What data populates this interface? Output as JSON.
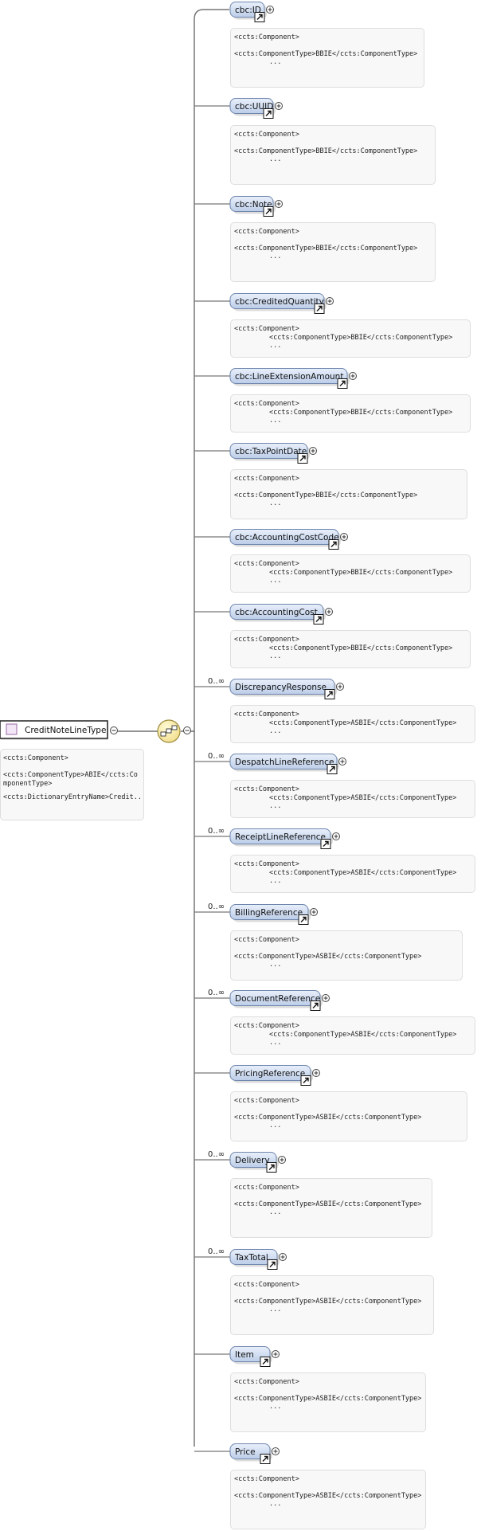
{
  "root": {
    "label": "CreditNoteLineType",
    "annotation": {
      "line1": "<ccts:Component>",
      "line2": "<ccts:ComponentType>ABIE</ccts:ComponentType>",
      "line3": "<ccts:DictionaryEntryName>Credit..."
    }
  },
  "elements": [
    {
      "label": "cbc:ID",
      "occurs": "",
      "ann1": "<ccts:Component>",
      "ann2": "<ccts:ComponentType>BBIE</ccts:ComponentType>",
      "more": "..."
    },
    {
      "label": "cbc:UUID",
      "occurs": "",
      "ann1": "<ccts:Component>",
      "ann2": "<ccts:ComponentType>BBIE</ccts:ComponentType>",
      "more": "..."
    },
    {
      "label": "cbc:Note",
      "occurs": "",
      "ann1": "<ccts:Component>",
      "ann2": "<ccts:ComponentType>BBIE</ccts:ComponentType>",
      "more": "..."
    },
    {
      "label": "cbc:CreditedQuantity",
      "occurs": "",
      "ann1": "<ccts:Component>",
      "ann2": "<ccts:ComponentType>BBIE</ccts:ComponentType>",
      "more": "..."
    },
    {
      "label": "cbc:LineExtensionAmount",
      "occurs": "",
      "ann1": "<ccts:Component>",
      "ann2": "<ccts:ComponentType>BBIE</ccts:ComponentType>",
      "more": "..."
    },
    {
      "label": "cbc:TaxPointDate",
      "occurs": "",
      "ann1": "<ccts:Component>",
      "ann2": "<ccts:ComponentType>BBIE</ccts:ComponentType>",
      "more": "..."
    },
    {
      "label": "cbc:AccountingCostCode",
      "occurs": "",
      "ann1": "<ccts:Component>",
      "ann2": "<ccts:ComponentType>BBIE</ccts:ComponentType>",
      "more": "..."
    },
    {
      "label": "cbc:AccountingCost",
      "occurs": "",
      "ann1": "<ccts:Component>",
      "ann2": "<ccts:ComponentType>BBIE</ccts:ComponentType>",
      "more": "..."
    },
    {
      "label": "DiscrepancyResponse",
      "occurs": "0..∞",
      "ann1": "<ccts:Component>",
      "ann2": "<ccts:ComponentType>ASBIE</ccts:ComponentType>",
      "more": "..."
    },
    {
      "label": "DespatchLineReference",
      "occurs": "0..∞",
      "ann1": "<ccts:Component>",
      "ann2": "<ccts:ComponentType>ASBIE</ccts:ComponentType>",
      "more": "..."
    },
    {
      "label": "ReceiptLineReference",
      "occurs": "0..∞",
      "ann1": "<ccts:Component>",
      "ann2": "<ccts:ComponentType>ASBIE</ccts:ComponentType>",
      "more": "..."
    },
    {
      "label": "BillingReference",
      "occurs": "0..∞",
      "ann1": "<ccts:Component>",
      "ann2": "<ccts:ComponentType>ASBIE</ccts:ComponentType>",
      "more": "..."
    },
    {
      "label": "DocumentReference",
      "occurs": "0..∞",
      "ann1": "<ccts:Component>",
      "ann2": "<ccts:ComponentType>ASBIE</ccts:ComponentType>",
      "more": "..."
    },
    {
      "label": "PricingReference",
      "occurs": "",
      "ann1": "<ccts:Component>",
      "ann2": "<ccts:ComponentType>ASBIE</ccts:ComponentType>",
      "more": "..."
    },
    {
      "label": "Delivery",
      "occurs": "0..∞",
      "ann1": "<ccts:Component>",
      "ann2": "<ccts:ComponentType>ASBIE</ccts:ComponentType>",
      "more": "..."
    },
    {
      "label": "TaxTotal",
      "occurs": "0..∞",
      "ann1": "<ccts:Component>",
      "ann2": "<ccts:ComponentType>ASBIE</ccts:ComponentType>",
      "more": "..."
    },
    {
      "label": "Item",
      "occurs": "",
      "ann1": "<ccts:Component>",
      "ann2": "<ccts:ComponentType>ASBIE</ccts:ComponentType>",
      "more": "..."
    },
    {
      "label": "Price",
      "occurs": "",
      "ann1": "<ccts:Component>",
      "ann2": "<ccts:ComponentType>ASBIE</ccts:ComponentType>",
      "more": "..."
    }
  ]
}
